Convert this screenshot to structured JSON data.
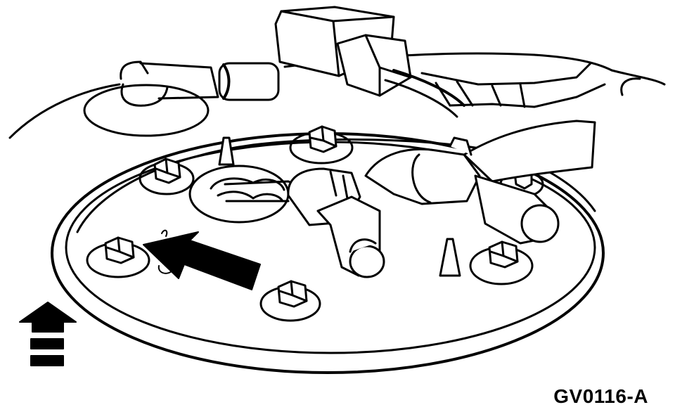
{
  "figure": {
    "label": "GV0116-A",
    "line_color": "#000000",
    "fill_color": "#ffffff",
    "parts": {
      "connector": "electrical-connector",
      "fuel_lines": [
        "fuel-line-upper",
        "fuel-line-right"
      ],
      "sender_flange": "fuel-pump-sender-flange",
      "bolts": [
        "bolt-1",
        "bolt-2",
        "bolt-3",
        "bolt-4",
        "bolt-5",
        "bolt-6"
      ],
      "pointer": "direction-arrow",
      "up_indicator": "up-arrow-icon"
    }
  }
}
